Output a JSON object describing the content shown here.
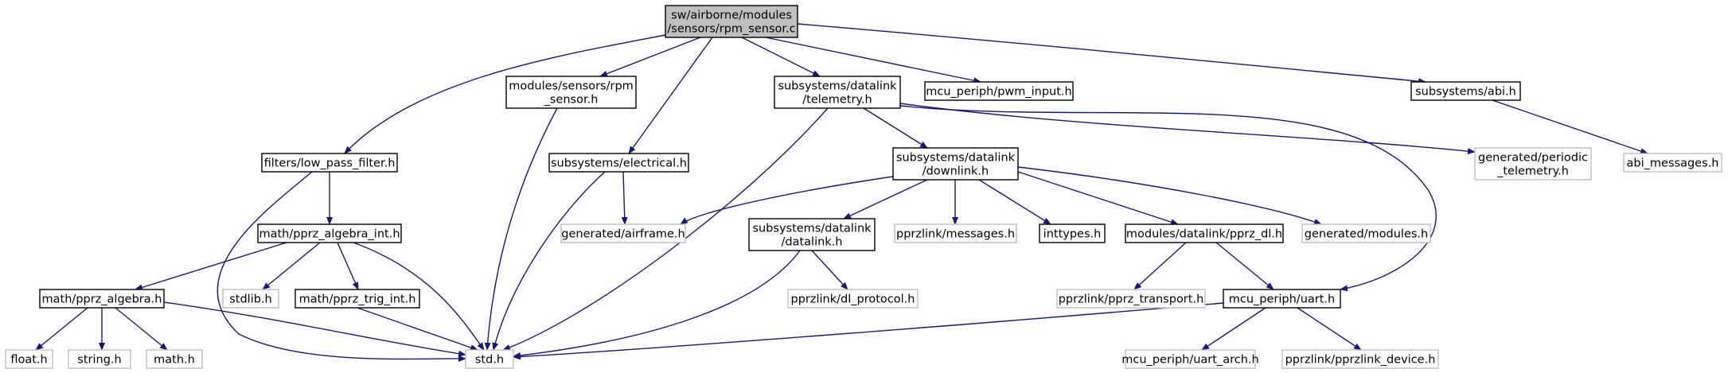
{
  "colors": {
    "edge": "#191970",
    "node_border": "#000000",
    "external_border": "#bfbfbf",
    "external_text": "#555555",
    "root_fill": "#bfbfbf",
    "background": "#ffffff"
  },
  "nodes": {
    "root": {
      "lines": [
        "sw/airborne/modules",
        "/sensors/rpm_sensor.c"
      ],
      "style": "root"
    },
    "low_pass_filter": {
      "lines": [
        "filters/low_pass_filter.h"
      ],
      "style": "normal"
    },
    "rpm_sensor_h": {
      "lines": [
        "modules/sensors/rpm",
        "_sensor.h"
      ],
      "style": "normal"
    },
    "electrical": {
      "lines": [
        "subsystems/electrical.h"
      ],
      "style": "normal"
    },
    "telemetry": {
      "lines": [
        "subsystems/datalink",
        "/telemetry.h"
      ],
      "style": "normal"
    },
    "pwm_input": {
      "lines": [
        "mcu_periph/pwm_input.h"
      ],
      "style": "normal"
    },
    "abi": {
      "lines": [
        "subsystems/abi.h"
      ],
      "style": "normal"
    },
    "periodic_telemetry": {
      "lines": [
        "generated/periodic",
        "_telemetry.h"
      ],
      "style": "external"
    },
    "abi_messages": {
      "lines": [
        "abi_messages.h"
      ],
      "style": "external"
    },
    "downlink": {
      "lines": [
        "subsystems/datalink",
        "/downlink.h"
      ],
      "style": "normal"
    },
    "pprz_algebra_int": {
      "lines": [
        "math/pprz_algebra_int.h"
      ],
      "style": "normal"
    },
    "airframe": {
      "lines": [
        "generated/airframe.h"
      ],
      "style": "external"
    },
    "datalink": {
      "lines": [
        "subsystems/datalink",
        "/datalink.h"
      ],
      "style": "normal"
    },
    "pprzlink_messages": {
      "lines": [
        "pprzlink/messages.h"
      ],
      "style": "external"
    },
    "inttypes": {
      "lines": [
        "inttypes.h"
      ],
      "style": "normal"
    },
    "pprz_dl": {
      "lines": [
        "modules/datalink/pprz_dl.h"
      ],
      "style": "normal"
    },
    "generated_modules": {
      "lines": [
        "generated/modules.h"
      ],
      "style": "external"
    },
    "pprz_algebra": {
      "lines": [
        "math/pprz_algebra.h"
      ],
      "style": "normal"
    },
    "stdlib": {
      "lines": [
        "stdlib.h"
      ],
      "style": "external"
    },
    "pprz_trig_int": {
      "lines": [
        "math/pprz_trig_int.h"
      ],
      "style": "normal"
    },
    "dl_protocol": {
      "lines": [
        "pprzlink/dl_protocol.h"
      ],
      "style": "external"
    },
    "pprz_transport": {
      "lines": [
        "pprzlink/pprz_transport.h"
      ],
      "style": "external"
    },
    "uart": {
      "lines": [
        "mcu_periph/uart.h"
      ],
      "style": "normal"
    },
    "float": {
      "lines": [
        "float.h"
      ],
      "style": "external"
    },
    "string": {
      "lines": [
        "string.h"
      ],
      "style": "external"
    },
    "math": {
      "lines": [
        "math.h"
      ],
      "style": "external"
    },
    "std": {
      "lines": [
        "std.h"
      ],
      "style": "external"
    },
    "uart_arch": {
      "lines": [
        "mcu_periph/uart_arch.h"
      ],
      "style": "external"
    },
    "pprzlink_device": {
      "lines": [
        "pprzlink/pprzlink_device.h"
      ],
      "style": "external"
    }
  },
  "edges": [
    [
      "root",
      "low_pass_filter"
    ],
    [
      "root",
      "rpm_sensor_h"
    ],
    [
      "root",
      "electrical"
    ],
    [
      "root",
      "telemetry"
    ],
    [
      "root",
      "pwm_input"
    ],
    [
      "root",
      "abi"
    ],
    [
      "low_pass_filter",
      "pprz_algebra_int"
    ],
    [
      "low_pass_filter",
      "std"
    ],
    [
      "rpm_sensor_h",
      "std"
    ],
    [
      "electrical",
      "airframe"
    ],
    [
      "electrical",
      "std"
    ],
    [
      "telemetry",
      "downlink"
    ],
    [
      "telemetry",
      "std"
    ],
    [
      "telemetry",
      "periodic_telemetry"
    ],
    [
      "telemetry",
      "uart"
    ],
    [
      "abi",
      "abi_messages"
    ],
    [
      "downlink",
      "airframe"
    ],
    [
      "downlink",
      "datalink"
    ],
    [
      "downlink",
      "pprzlink_messages"
    ],
    [
      "downlink",
      "inttypes"
    ],
    [
      "downlink",
      "pprz_dl"
    ],
    [
      "downlink",
      "generated_modules"
    ],
    [
      "pprz_algebra_int",
      "pprz_algebra"
    ],
    [
      "pprz_algebra_int",
      "stdlib"
    ],
    [
      "pprz_algebra_int",
      "pprz_trig_int"
    ],
    [
      "pprz_algebra_int",
      "std"
    ],
    [
      "datalink",
      "dl_protocol"
    ],
    [
      "datalink",
      "std"
    ],
    [
      "pprz_dl",
      "pprz_transport"
    ],
    [
      "pprz_dl",
      "uart"
    ],
    [
      "pprz_algebra",
      "float"
    ],
    [
      "pprz_algebra",
      "string"
    ],
    [
      "pprz_algebra",
      "math"
    ],
    [
      "pprz_algebra",
      "std"
    ],
    [
      "pprz_trig_int",
      "std"
    ],
    [
      "uart",
      "std"
    ],
    [
      "uart",
      "uart_arch"
    ],
    [
      "uart",
      "pprzlink_device"
    ]
  ]
}
